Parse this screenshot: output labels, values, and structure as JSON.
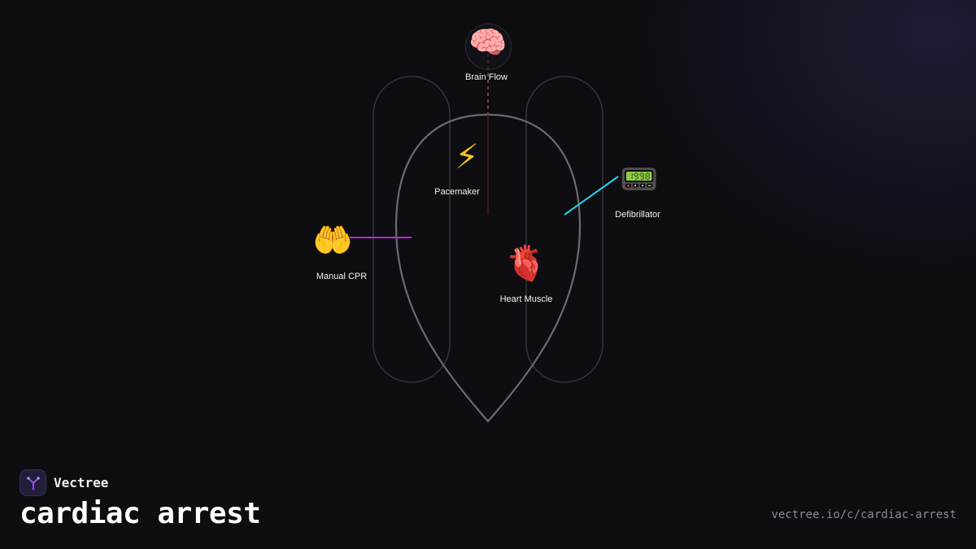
{
  "brand": {
    "name": "Vectree",
    "accent": "#a855f7"
  },
  "page": {
    "title": "cardiac arrest",
    "url": "vectree.io/c/cardiac-arrest"
  },
  "diagram": {
    "nodes": [
      {
        "id": "brain",
        "label": "Brain Flow",
        "icon": "brain-icon",
        "glyph": "🧠"
      },
      {
        "id": "pacemaker",
        "label": "Pacemaker",
        "icon": "lightning-icon",
        "glyph": "⚡"
      },
      {
        "id": "defibrillator",
        "label": "Defibrillator",
        "icon": "pager-icon",
        "glyph": "📟"
      },
      {
        "id": "cpr",
        "label": "Manual CPR",
        "icon": "open-hands-icon",
        "glyph": "🤲"
      },
      {
        "id": "heart",
        "label": "Heart Muscle",
        "icon": "anatomical-heart-icon",
        "glyph": "🫀"
      }
    ],
    "connectors": [
      {
        "from": "brain",
        "to": "pacemaker",
        "style": "dashed",
        "color": "#c0392b"
      },
      {
        "from": "defibrillator",
        "to": "heart",
        "style": "solid",
        "color": "#22d3ee"
      },
      {
        "from": "cpr",
        "to": "heart",
        "style": "solid",
        "color": "#c026d3"
      }
    ],
    "colors": {
      "outline": "#6b6b72",
      "lung_outline": "#34343b",
      "label": "#f2f2f2",
      "background": "#0e0d12"
    }
  }
}
